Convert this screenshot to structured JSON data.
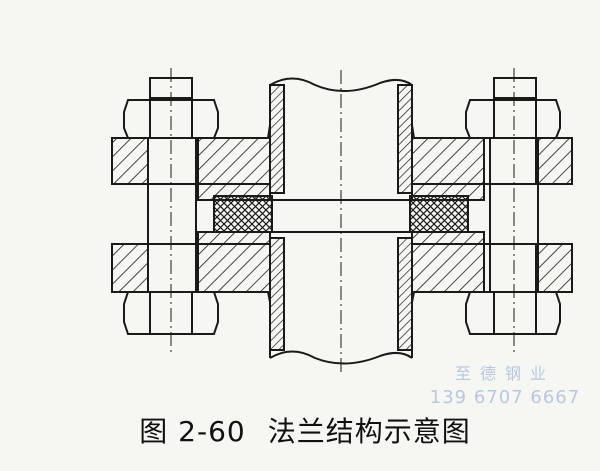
{
  "caption": {
    "figure_number": "图 2-60",
    "title": "法兰结构示意图"
  },
  "watermark": {
    "company": "至德钢业",
    "phone": "139 6707 6667"
  },
  "colors": {
    "line": "#1a1a1a",
    "background": "#f6f6f3",
    "watermark": "#b7c7e0"
  }
}
